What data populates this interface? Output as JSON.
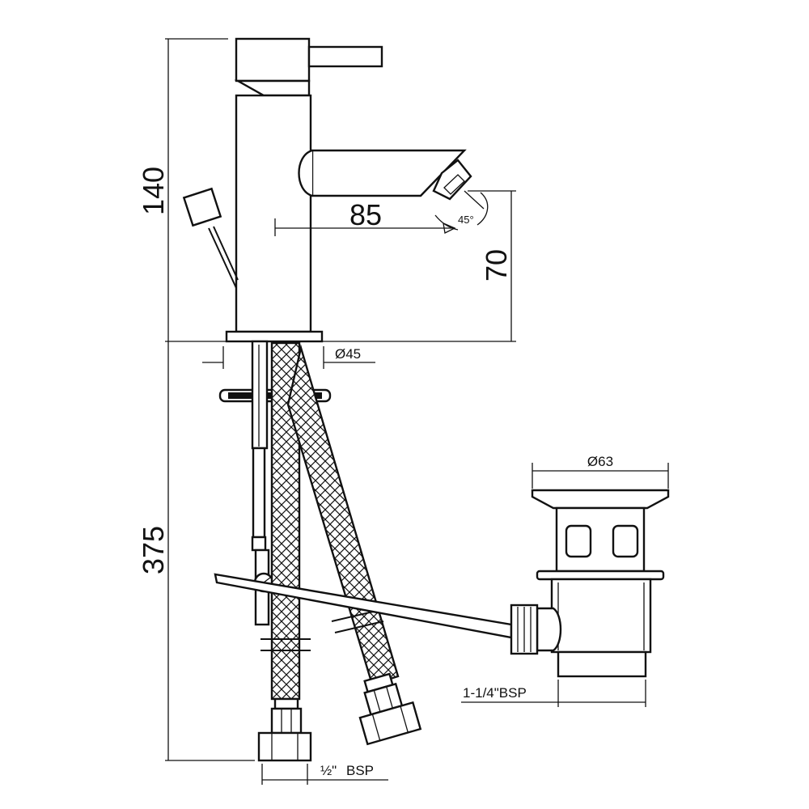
{
  "dimensions": {
    "height_upper": "140",
    "spout_reach": "85",
    "angle": "45°",
    "spout_height": "70",
    "base_diameter": "Ø45",
    "height_lower": "375",
    "waste_diameter": "Ø63",
    "waste_thread": "1-1/4\"BSP",
    "hose_thread_frac": "½\"",
    "hose_thread_unit": "BSP"
  },
  "colors": {
    "ink": "#111111",
    "paper": "#ffffff"
  }
}
